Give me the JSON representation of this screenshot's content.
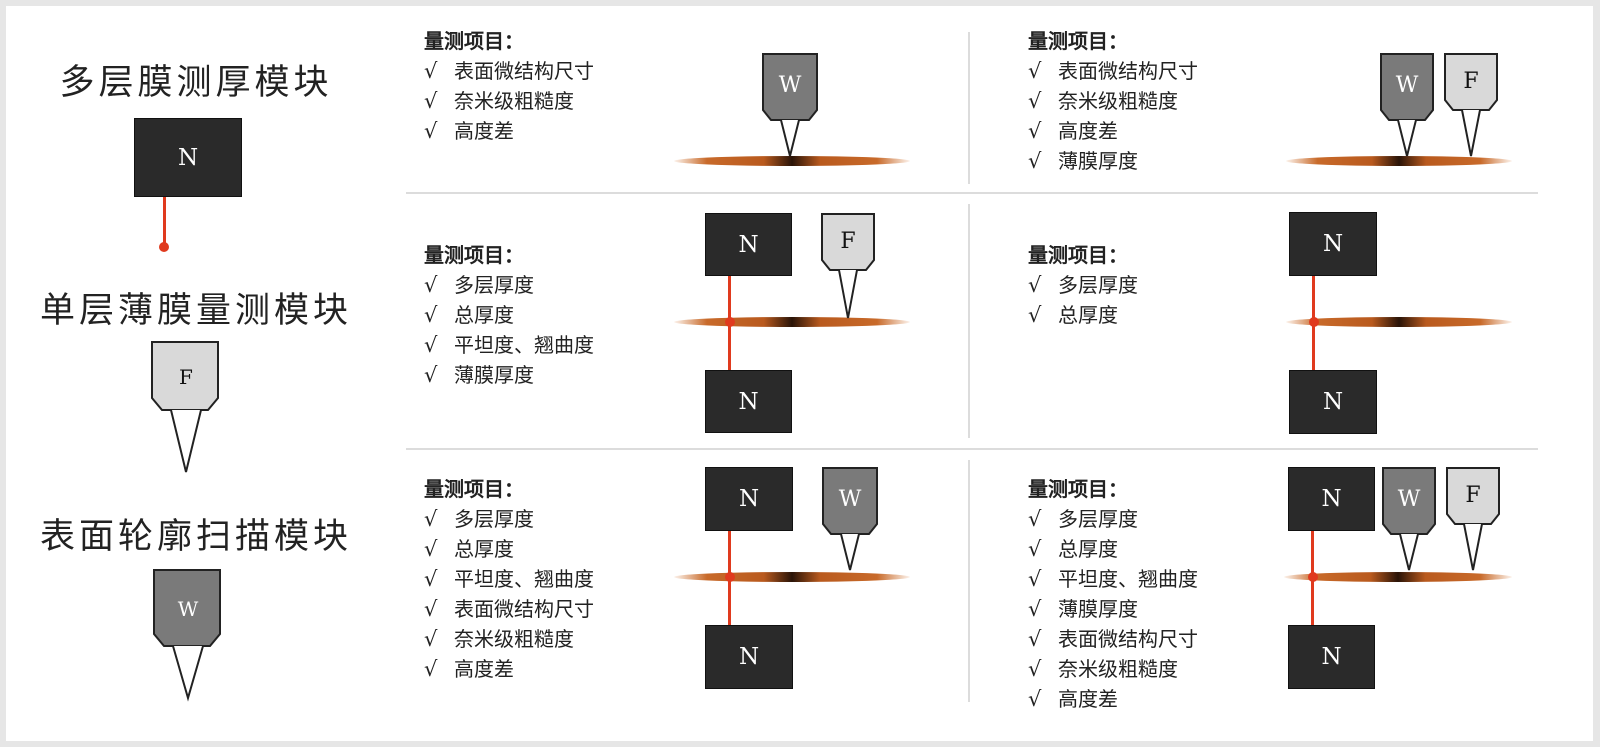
{
  "modules": {
    "multilayer": {
      "title": "多层膜测厚模块",
      "box_label": "N"
    },
    "single_layer": {
      "title": "单层薄膜量测模块",
      "probe_label": "F"
    },
    "surface": {
      "title": "表面轮廓扫描模块",
      "probe_label": "W"
    }
  },
  "check_mark": "√",
  "cells": {
    "r1c1": {
      "heading": "量测项目：",
      "items": [
        "表面微结构尺寸",
        "奈米级粗糙度",
        "高度差"
      ],
      "probes": [
        "W"
      ]
    },
    "r1c2": {
      "heading": "量测项目：",
      "items": [
        "表面微结构尺寸",
        "奈米级粗糙度",
        "高度差",
        "薄膜厚度"
      ],
      "probes": [
        "W",
        "F"
      ]
    },
    "r2c1": {
      "heading": "量测项目：",
      "items": [
        "多层厚度",
        "总厚度",
        "平坦度、翘曲度",
        "薄膜厚度"
      ],
      "boxes": [
        "N",
        "N"
      ],
      "probes": [
        "F"
      ]
    },
    "r2c2": {
      "heading": "量测项目：",
      "items": [
        "多层厚度",
        "总厚度"
      ],
      "boxes": [
        "N",
        "N"
      ]
    },
    "r3c1": {
      "heading": "量测项目：",
      "items": [
        "多层厚度",
        "总厚度",
        "平坦度、翘曲度",
        "表面微结构尺寸",
        "奈米级粗糙度",
        "高度差"
      ],
      "boxes": [
        "N",
        "N"
      ],
      "probes": [
        "W"
      ]
    },
    "r3c2": {
      "heading": "量测项目：",
      "items": [
        "多层厚度",
        "总厚度",
        "平坦度、翘曲度",
        "薄膜厚度",
        "表面微结构尺寸",
        "奈米级粗糙度",
        "高度差"
      ],
      "boxes": [
        "N",
        "N"
      ],
      "probes": [
        "W",
        "F"
      ]
    }
  },
  "colors": {
    "box": "#2a2a2a",
    "probe_w": "#7a7a7a",
    "probe_f": "#d9d9d9",
    "red_line": "#e03a1e",
    "wafer": "#b95a1e"
  }
}
